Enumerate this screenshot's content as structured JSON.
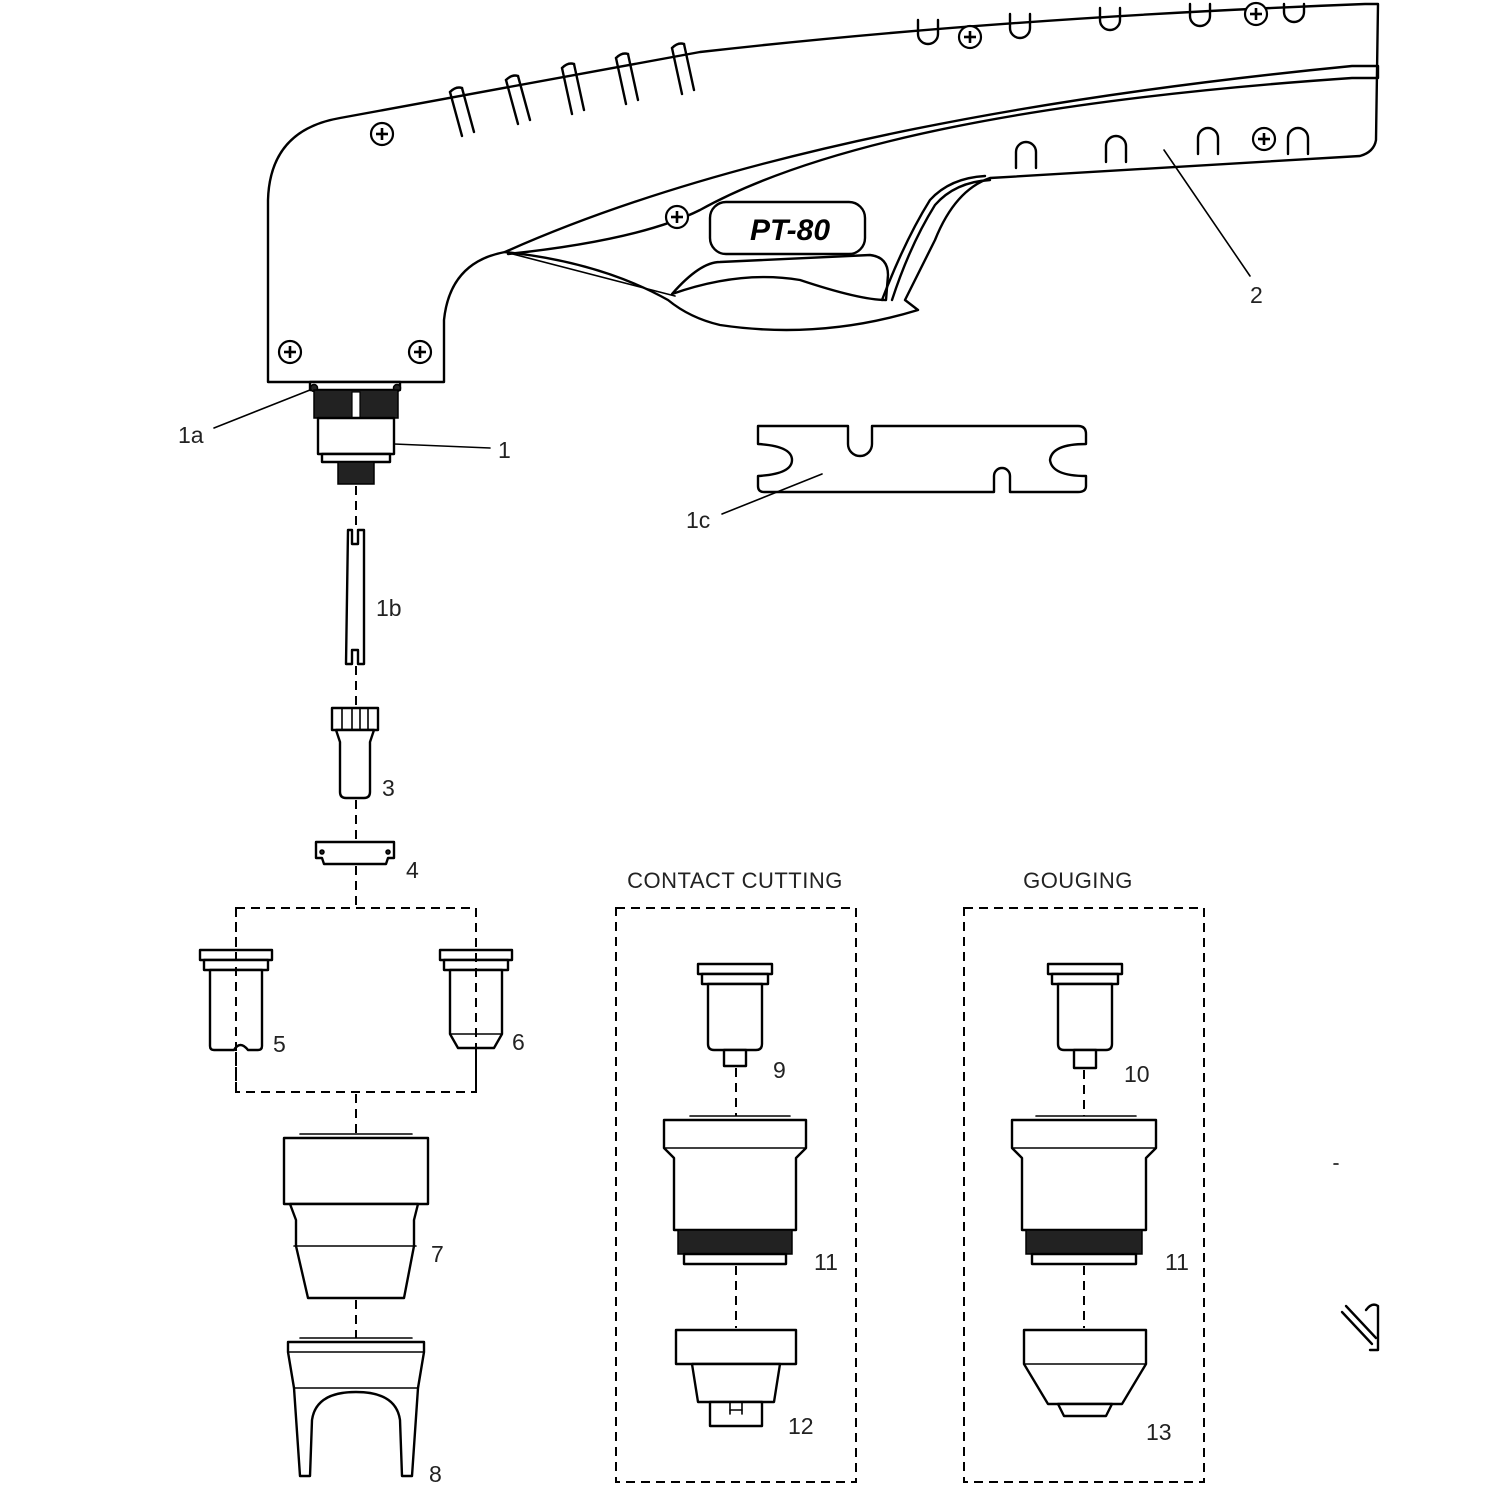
{
  "model_label": "PT-80",
  "groups": {
    "contact_cutting": "CONTACT  CUTTING",
    "gouging": "GOUGING"
  },
  "callouts": {
    "c1": "1",
    "c1a": "1a",
    "c1b": "1b",
    "c1c": "1c",
    "c2": "2",
    "c3": "3",
    "c4": "4",
    "c5": "5",
    "c6": "6",
    "c7": "7",
    "c8": "8",
    "c9": "9",
    "c10": "10",
    "c11a": "11",
    "c11b": "11",
    "c12": "12",
    "c13": "13"
  }
}
